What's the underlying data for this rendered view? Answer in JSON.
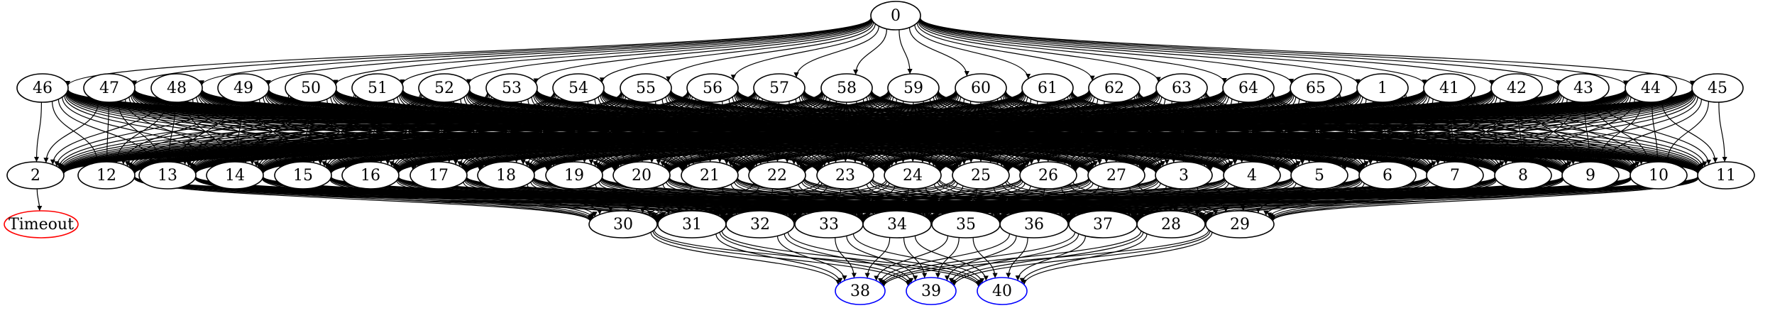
{
  "nodes": [
    {
      "id": "0",
      "row": 0
    },
    {
      "id": "46",
      "row": 1
    },
    {
      "id": "47",
      "row": 1
    },
    {
      "id": "48",
      "row": 1
    },
    {
      "id": "49",
      "row": 1
    },
    {
      "id": "50",
      "row": 1
    },
    {
      "id": "51",
      "row": 1
    },
    {
      "id": "52",
      "row": 1
    },
    {
      "id": "53",
      "row": 1
    },
    {
      "id": "54",
      "row": 1
    },
    {
      "id": "55",
      "row": 1
    },
    {
      "id": "56",
      "row": 1
    },
    {
      "id": "57",
      "row": 1
    },
    {
      "id": "58",
      "row": 1
    },
    {
      "id": "59",
      "row": 1
    },
    {
      "id": "60",
      "row": 1
    },
    {
      "id": "61",
      "row": 1
    },
    {
      "id": "62",
      "row": 1
    },
    {
      "id": "63",
      "row": 1
    },
    {
      "id": "64",
      "row": 1
    },
    {
      "id": "65",
      "row": 1
    },
    {
      "id": "1",
      "row": 1
    },
    {
      "id": "41",
      "row": 1
    },
    {
      "id": "42",
      "row": 1
    },
    {
      "id": "43",
      "row": 1
    },
    {
      "id": "44",
      "row": 1
    },
    {
      "id": "45",
      "row": 1
    },
    {
      "id": "2",
      "row": 2
    },
    {
      "id": "12",
      "row": 2
    },
    {
      "id": "13",
      "row": 2
    },
    {
      "id": "14",
      "row": 2
    },
    {
      "id": "15",
      "row": 2
    },
    {
      "id": "16",
      "row": 2
    },
    {
      "id": "17",
      "row": 2
    },
    {
      "id": "18",
      "row": 2
    },
    {
      "id": "19",
      "row": 2
    },
    {
      "id": "20",
      "row": 2
    },
    {
      "id": "21",
      "row": 2
    },
    {
      "id": "22",
      "row": 2
    },
    {
      "id": "23",
      "row": 2
    },
    {
      "id": "24",
      "row": 2
    },
    {
      "id": "25",
      "row": 2
    },
    {
      "id": "26",
      "row": 2
    },
    {
      "id": "27",
      "row": 2
    },
    {
      "id": "3",
      "row": 2
    },
    {
      "id": "4",
      "row": 2
    },
    {
      "id": "5",
      "row": 2
    },
    {
      "id": "6",
      "row": 2
    },
    {
      "id": "7",
      "row": 2
    },
    {
      "id": "8",
      "row": 2
    },
    {
      "id": "9",
      "row": 2
    },
    {
      "id": "10",
      "row": 2
    },
    {
      "id": "11",
      "row": 2
    },
    {
      "id": "Timeout",
      "row": 3,
      "color": "#ff0000"
    },
    {
      "id": "30",
      "row": 3
    },
    {
      "id": "31",
      "row": 3
    },
    {
      "id": "32",
      "row": 3
    },
    {
      "id": "33",
      "row": 3
    },
    {
      "id": "34",
      "row": 3
    },
    {
      "id": "35",
      "row": 3
    },
    {
      "id": "36",
      "row": 3
    },
    {
      "id": "37",
      "row": 3
    },
    {
      "id": "28",
      "row": 3
    },
    {
      "id": "29",
      "row": 3
    },
    {
      "id": "38",
      "row": 4,
      "color": "#0000ff"
    },
    {
      "id": "39",
      "row": 4,
      "color": "#0000ff"
    },
    {
      "id": "40",
      "row": 4,
      "color": "#0000ff"
    }
  ],
  "edges": {
    "root": {
      "from": [
        "0"
      ],
      "to": [
        "46",
        "47",
        "48",
        "49",
        "50",
        "51",
        "52",
        "53",
        "54",
        "55",
        "56",
        "57",
        "58",
        "59",
        "60",
        "61",
        "62",
        "63",
        "64",
        "65",
        "1",
        "41",
        "42",
        "43",
        "44",
        "45"
      ]
    },
    "upper": {
      "from": [
        "46",
        "47",
        "48",
        "49",
        "50",
        "51",
        "52",
        "53",
        "54",
        "55",
        "56",
        "57",
        "58",
        "59",
        "60",
        "61",
        "62",
        "63",
        "64",
        "65",
        "1",
        "41",
        "42",
        "43",
        "44",
        "45"
      ],
      "to": [
        "2",
        "12",
        "13",
        "14",
        "15",
        "16",
        "17",
        "18",
        "19",
        "20",
        "21",
        "22",
        "23",
        "24",
        "25",
        "26",
        "27",
        "3",
        "4",
        "5",
        "6",
        "7",
        "8",
        "9",
        "10",
        "11"
      ]
    },
    "timeout": {
      "from": [
        "2"
      ],
      "to": [
        "Timeout"
      ]
    },
    "middle": {
      "from": [
        "12",
        "13",
        "14",
        "15",
        "16",
        "17",
        "18",
        "19",
        "20",
        "21",
        "22",
        "23",
        "24",
        "25",
        "26",
        "27",
        "3",
        "4",
        "5",
        "6",
        "7",
        "8",
        "9",
        "10",
        "11"
      ],
      "to": [
        "30",
        "31",
        "32",
        "33",
        "34",
        "35",
        "36",
        "37",
        "28",
        "29"
      ]
    },
    "lower": {
      "from": [
        "30",
        "31",
        "32",
        "33",
        "34",
        "35",
        "36",
        "37",
        "28",
        "29"
      ],
      "to": [
        "38",
        "39",
        "40"
      ]
    }
  },
  "colors": {
    "stroke": "#000000",
    "terminal_red": "#ff0000",
    "terminal_blue": "#0000ff",
    "background": "#ffffff"
  }
}
